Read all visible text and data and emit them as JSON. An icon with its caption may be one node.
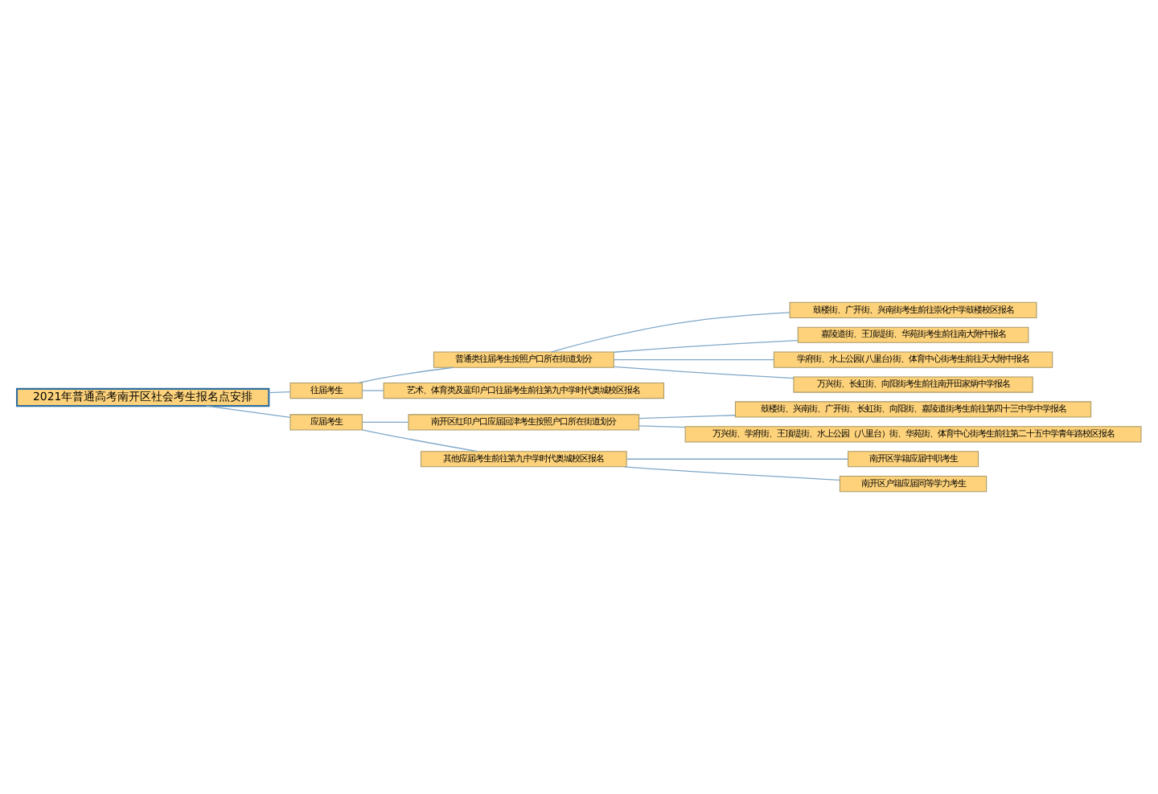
{
  "diagram": {
    "nodes": [
      {
        "text": [
          "2021年普通高考南开区社会考生报名点安排"
        ]
      },
      {
        "text": [
          "往届考生"
        ]
      },
      {
        "text": [
          "普通类往届考生按照户口所在街道划分"
        ]
      },
      {
        "text": [
          "鼓楼街、广开街、兴南街考生前往崇化中学鼓楼校区报名"
        ]
      },
      {
        "text": [
          "嘉陵道街、王顶堤街、华苑街考生前往南大附中报名"
        ]
      },
      {
        "text": [
          "学府街、水上公园(八里台)街、体育中心街考生前往天大附中报名"
        ]
      },
      {
        "text": [
          "万兴街、长虹街、向阳街考生前往南开田家炳中学报名"
        ]
      },
      {
        "text": [
          "艺术、体育类及蓝印户口往届考生前往第九中学时代奥城校区报名"
        ]
      },
      {
        "text": [
          "应届考生"
        ]
      },
      {
        "text": [
          "南开区红印户口应届回津考生按照户口所在街道划分"
        ]
      },
      {
        "text": [
          "鼓楼街、兴南街、广开街、长虹街、向阳街、嘉陵道街考生前往第四十三中学中学报名"
        ]
      },
      {
        "text": [
          "万兴街、学府街、王顶堤街、水上公园（八里台）街、华苑街、体育中心街考生前往第二十五中学青年路校区报名"
        ]
      },
      {
        "text": [
          "其他应届考生前往第九中学时代奥城校区报名"
        ]
      },
      {
        "text": [
          "南开区学籍应届中职考生"
        ]
      },
      {
        "text": [
          "南开区户籍应届同等学力考生"
        ]
      }
    ],
    "edges": [
      {
        "from": 0,
        "to": 1,
        "arrow": "none"
      },
      {
        "from": 1,
        "to": 2,
        "arrow": "none"
      },
      {
        "from": 2,
        "to": 3,
        "arrow": "none"
      },
      {
        "from": 2,
        "to": 4,
        "arrow": "none"
      },
      {
        "from": 2,
        "to": 5,
        "arrow": "none"
      },
      {
        "from": 2,
        "to": 6,
        "arrow": "none"
      },
      {
        "from": 1,
        "to": 7,
        "arrow": "none"
      },
      {
        "from": 0,
        "to": 8,
        "arrow": "none"
      },
      {
        "from": 8,
        "to": 9,
        "arrow": "none"
      },
      {
        "from": 9,
        "to": 10,
        "arrow": "none"
      },
      {
        "from": 9,
        "to": 11,
        "arrow": "none"
      },
      {
        "from": 8,
        "to": 12,
        "arrow": "none"
      },
      {
        "from": 12,
        "to": 13,
        "arrow": "none"
      },
      {
        "from": 12,
        "to": 14,
        "arrow": "none"
      }
    ]
  }
}
